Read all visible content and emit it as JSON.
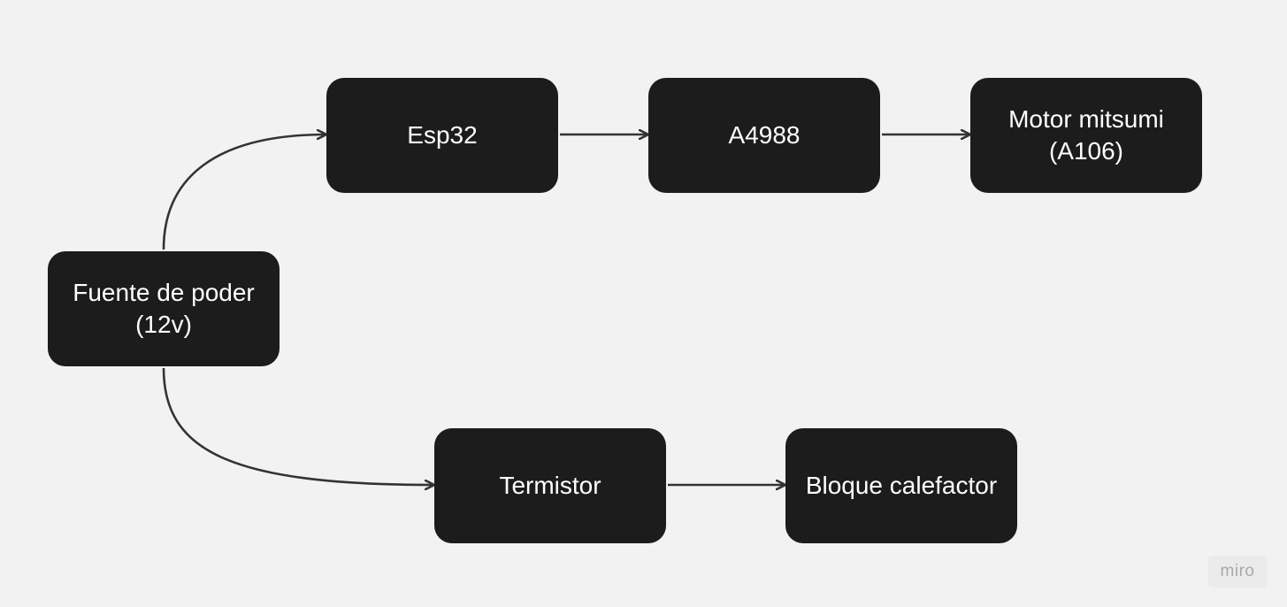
{
  "diagram": {
    "nodes": [
      {
        "id": "fuente",
        "label": "Fuente de poder\n(12v)"
      },
      {
        "id": "esp32",
        "label": "Esp32"
      },
      {
        "id": "a4988",
        "label": "A4988"
      },
      {
        "id": "motor",
        "label": "Motor mitsumi\n(A106)"
      },
      {
        "id": "termistor",
        "label": "Termistor"
      },
      {
        "id": "bloque",
        "label": "Bloque calefactor"
      }
    ],
    "edges": [
      {
        "from": "fuente",
        "to": "esp32"
      },
      {
        "from": "esp32",
        "to": "a4988"
      },
      {
        "from": "a4988",
        "to": "motor"
      },
      {
        "from": "fuente",
        "to": "termistor"
      },
      {
        "from": "termistor",
        "to": "bloque"
      }
    ],
    "colors": {
      "background": "#f2f2f2",
      "node_fill": "#1c1c1c",
      "node_text": "#ffffff",
      "edge": "#333333"
    }
  },
  "watermark": "miro"
}
